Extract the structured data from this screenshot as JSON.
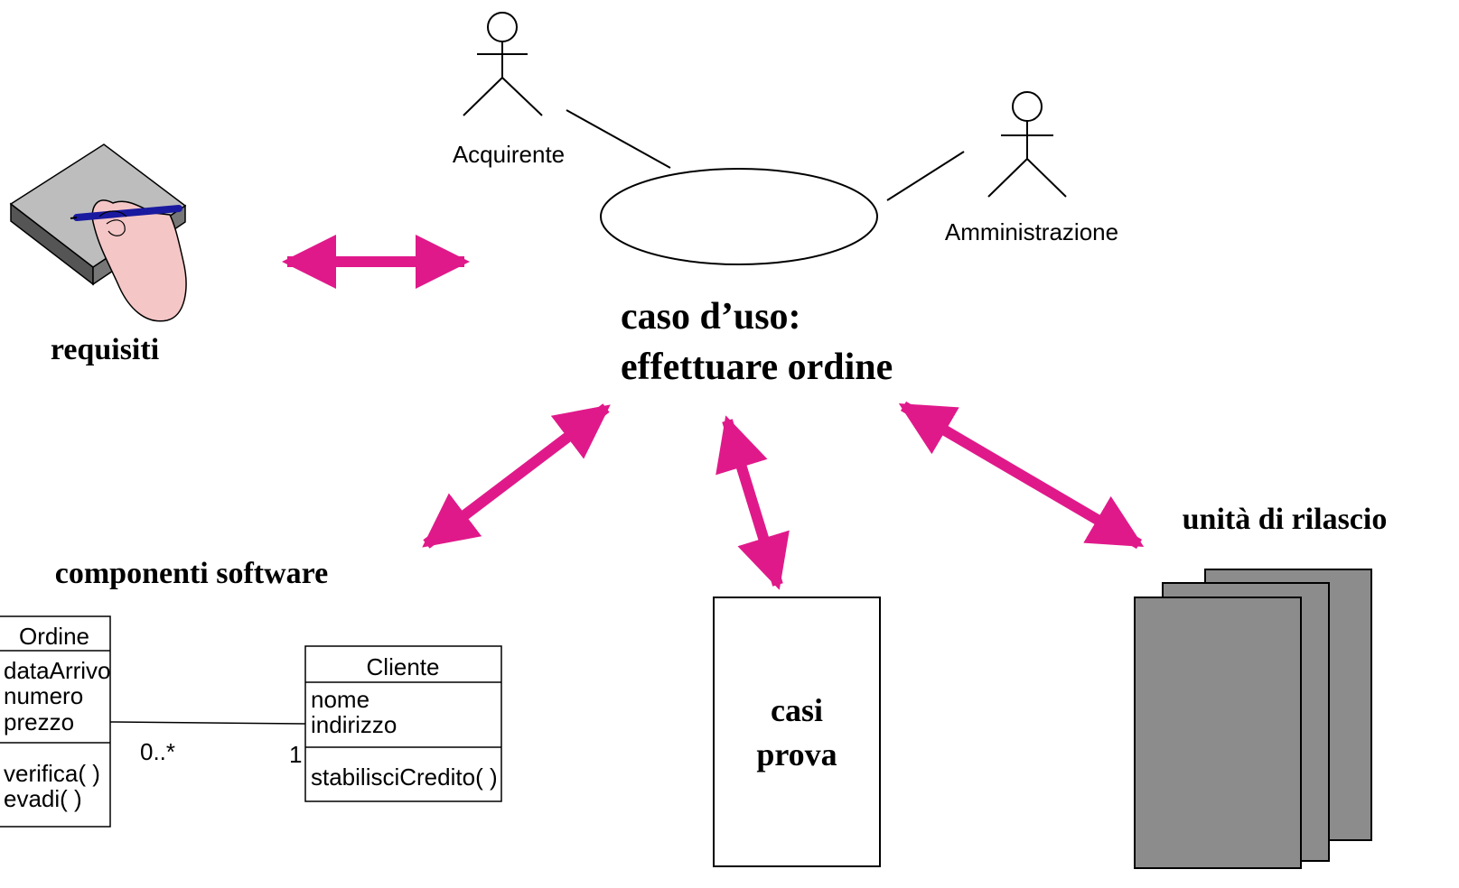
{
  "colors": {
    "arrow": "#e0198a",
    "line": "#000000",
    "paper_fill": "#8c8c8c",
    "background": "#ffffff"
  },
  "actors": {
    "buyer": "Acquirente",
    "admin": "Amministrazione"
  },
  "use_case": {
    "line1": "caso d’uso:",
    "line2": "effettuare ordine"
  },
  "labels": {
    "requirements": "requisiti",
    "components": "componenti software",
    "release": "unità di rilascio",
    "tests_line1": "casi",
    "tests_line2": "prova"
  },
  "icons": {
    "requirements": "notebook-hand-pen-icon",
    "release": "stacked-pages-icon",
    "actor": "stick-figure-icon"
  },
  "classes": {
    "ordine": {
      "name": "Ordine",
      "attributes": [
        "dataArrivo",
        "numero",
        "prezzo"
      ],
      "operations": [
        "verifica( )",
        "evadi( )"
      ]
    },
    "cliente": {
      "name": "Cliente",
      "attributes": [
        "nome",
        "indirizzo"
      ],
      "operations": [
        "stabilisciCredito( )"
      ]
    }
  },
  "association": {
    "ordine_multiplicity": "0..*",
    "cliente_multiplicity": "1"
  }
}
